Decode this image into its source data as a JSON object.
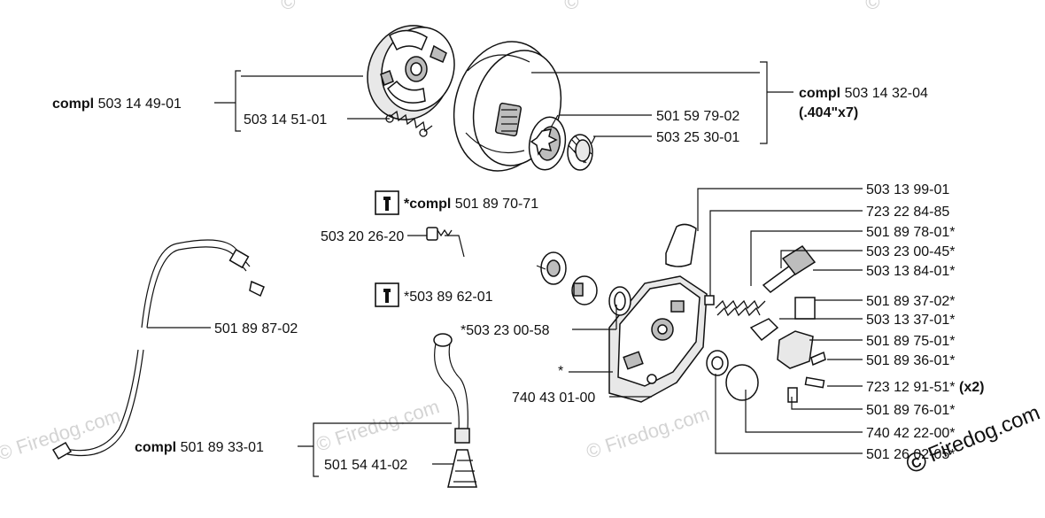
{
  "watermark": {
    "brand": "Firedog.com",
    "symbol": "©"
  },
  "clutch": {
    "compl_word": "compl",
    "assembly_number": "503 14 49-01",
    "spring": "503 14 51-01"
  },
  "drum": {
    "compl_word": "compl",
    "assembly_number": "503 14 32-04",
    "pitch": "(.404\"x7)",
    "rim_sprocket": "501 59 79-02",
    "needle_bearing": "503 25 30-01"
  },
  "oil_pump_kit": {
    "compl_word": "*compl",
    "number": "501 89 70-71"
  },
  "left_labels": {
    "screw": "503 20 26-20",
    "kit": "*503 89 62-01",
    "washer": "*503 23 00-58",
    "pump_body": "*",
    "plug": "740 43 01-00"
  },
  "hose": "501 89 87-02",
  "suction": {
    "compl_word": "compl",
    "assembly_number": "501 89 33-01",
    "filter": "501 54 41-02"
  },
  "right_column": [
    {
      "number": "503 13 99-01",
      "suffix": ""
    },
    {
      "number": "723 22 84-85",
      "suffix": ""
    },
    {
      "number": "501 89 78-01*",
      "suffix": ""
    },
    {
      "number": "503 23 00-45*",
      "suffix": ""
    },
    {
      "number": "503 13 84-01*",
      "suffix": ""
    },
    {
      "number": "501 89 37-02*",
      "suffix": ""
    },
    {
      "number": "503 13 37-01*",
      "suffix": ""
    },
    {
      "number": "501 89 75-01*",
      "suffix": ""
    },
    {
      "number": "501 89 36-01*",
      "suffix": ""
    },
    {
      "number": "723 12 91-51*",
      "suffix": "(x2)"
    },
    {
      "number": "501 89 76-01*",
      "suffix": ""
    },
    {
      "number": "740 42 22-00*",
      "suffix": ""
    },
    {
      "number": "501 26 02-05*",
      "suffix": ""
    }
  ]
}
